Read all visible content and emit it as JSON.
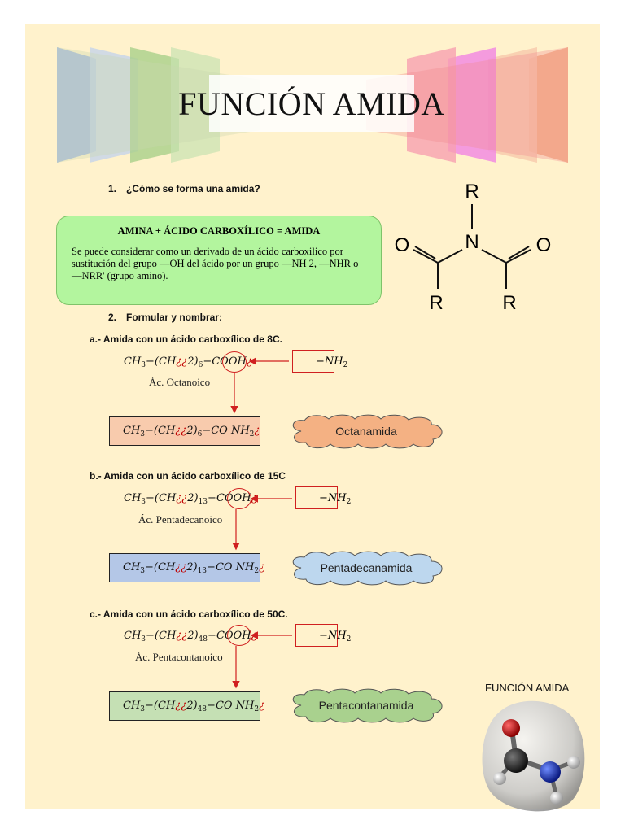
{
  "title": "FUNCIÓN AMIDA",
  "colors": {
    "page_bg": "#fff2cc",
    "box_bg": "#b3f59e",
    "octa": "#f4b183",
    "penta_deca": "#bdd7ee",
    "penta_conta": "#a9d18e",
    "red": "#d02020"
  },
  "question1": {
    "num": "1.",
    "text": "¿Cómo se forma una amida?"
  },
  "definition": {
    "heading": "AMINA + ÁCIDO CARBOXÍLICO = AMIDA",
    "text": "Se puede considerar como un derivado de un ácido carboxilico por sustitución del grupo —OH del ácido por un grupo —NH 2, —NHR o —NRR' (grupo amino)."
  },
  "structure": {
    "top_r": "R",
    "n": "N",
    "o_left": "O",
    "o_right": "O",
    "r_left": "R",
    "r_right": "R"
  },
  "question2": {
    "num": "2.",
    "text": "Formular y nombrar:"
  },
  "formula_parts": {
    "ch3": "CH",
    "three": "3",
    "dash_paren": "−(CH",
    "ll": "¿¿",
    "two_paren": "2)",
    "dash": "−",
    "cooh": "COOH",
    "bad": "¿",
    "conh": "CO NH",
    "two": "2",
    "nh": "−NH",
    "nh_sub": "2"
  },
  "examples": [
    {
      "label": "a.- Amida con un ácido carboxílico de 8C.",
      "n": "6",
      "acid": "Ác. Octanoico",
      "amide": "Octanamida"
    },
    {
      "label": "b.- Amida con un ácido carboxílico de 15C",
      "n": "13",
      "acid": "Ác. Pentadecanoico",
      "amide": "Pentadecanamida"
    },
    {
      "label": "c.- Amida con un ácido carboxílico de 50C.",
      "n": "48",
      "acid": "Ác. Pentacontanoico",
      "amide": "Pentacontanamida"
    }
  ],
  "molecule_caption": "FUNCIÓN AMIDA",
  "molecule_icon": "amide-molecule-3d-icon"
}
